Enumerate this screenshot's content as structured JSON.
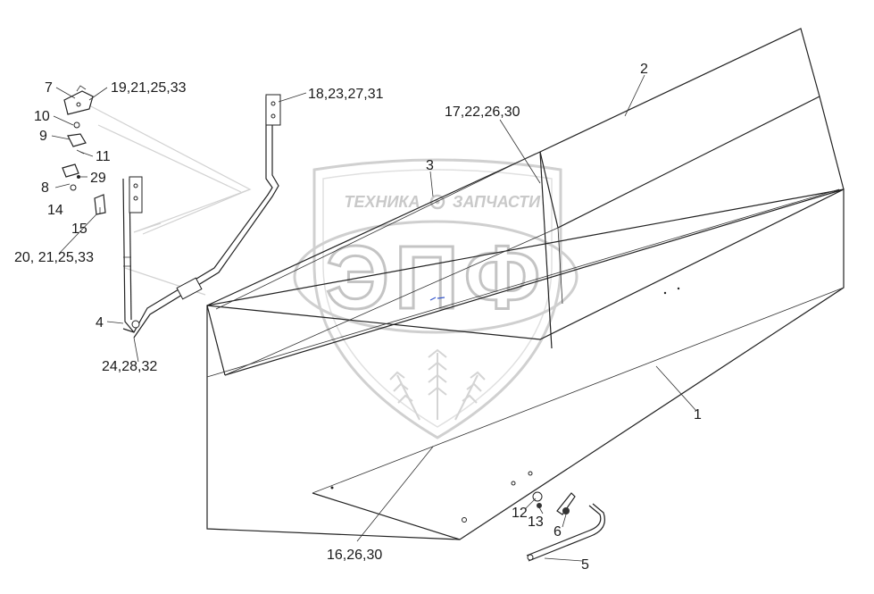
{
  "watermark": {
    "text_left": "ТЕХНИКА",
    "text_right": "ЗАПЧАСТИ",
    "logo_letters": "ЭПФ",
    "colors": {
      "shield": "#cfcfcf",
      "text": "#c4c4c4"
    }
  },
  "callouts": [
    {
      "id": "c7",
      "label": "7"
    },
    {
      "id": "c19",
      "label": "19,21,25,33"
    },
    {
      "id": "c18",
      "label": "18,23,27,31"
    },
    {
      "id": "c10",
      "label": "10"
    },
    {
      "id": "c9",
      "label": "9"
    },
    {
      "id": "c11",
      "label": "11"
    },
    {
      "id": "c29",
      "label": "29"
    },
    {
      "id": "c8",
      "label": "8"
    },
    {
      "id": "c14",
      "label": "14"
    },
    {
      "id": "c15",
      "label": "15"
    },
    {
      "id": "c20",
      "label": "20, 21,25,33"
    },
    {
      "id": "c4",
      "label": "4"
    },
    {
      "id": "c24",
      "label": "24,28,32"
    },
    {
      "id": "c2",
      "label": "2"
    },
    {
      "id": "c17",
      "label": "17,22,26,30"
    },
    {
      "id": "c3",
      "label": "3"
    },
    {
      "id": "c1",
      "label": "1"
    },
    {
      "id": "c16",
      "label": "16,26,30"
    },
    {
      "id": "c12",
      "label": "12"
    },
    {
      "id": "c13",
      "label": "13"
    },
    {
      "id": "c6",
      "label": "6"
    },
    {
      "id": "c5",
      "label": "5"
    }
  ]
}
